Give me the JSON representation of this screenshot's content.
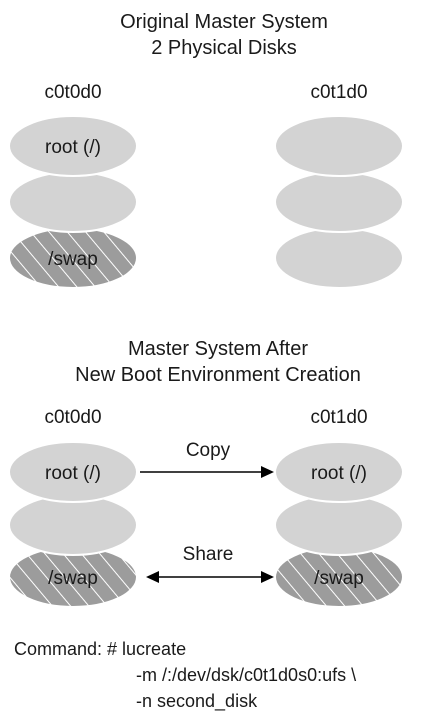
{
  "top": {
    "title_line1": "Original Master System",
    "title_line2": "2 Physical Disks",
    "left_disk": {
      "name": "c0t0d0",
      "slices": [
        "root (/)",
        "",
        "/swap"
      ]
    },
    "right_disk": {
      "name": "c0t1d0",
      "slices": [
        "",
        "",
        ""
      ]
    }
  },
  "bottom": {
    "title_line1": "Master System After",
    "title_line2": "New Boot Environment Creation",
    "left_disk": {
      "name": "c0t0d0",
      "slices": [
        "root (/)",
        "",
        "/swap"
      ]
    },
    "right_disk": {
      "name": "c0t1d0",
      "slices": [
        "root (/)",
        "",
        "/swap"
      ]
    },
    "copy_label": "Copy",
    "share_label": "Share"
  },
  "command": {
    "line1": "Command: # lucreate",
    "line2": "-m /:/dev/dsk/c0t1d0s0:ufs \\",
    "line3": "-n second_disk"
  },
  "colors": {
    "disk": "#d3d3d3",
    "swap": "#9c9c9c",
    "hatch": "#ffffff"
  }
}
